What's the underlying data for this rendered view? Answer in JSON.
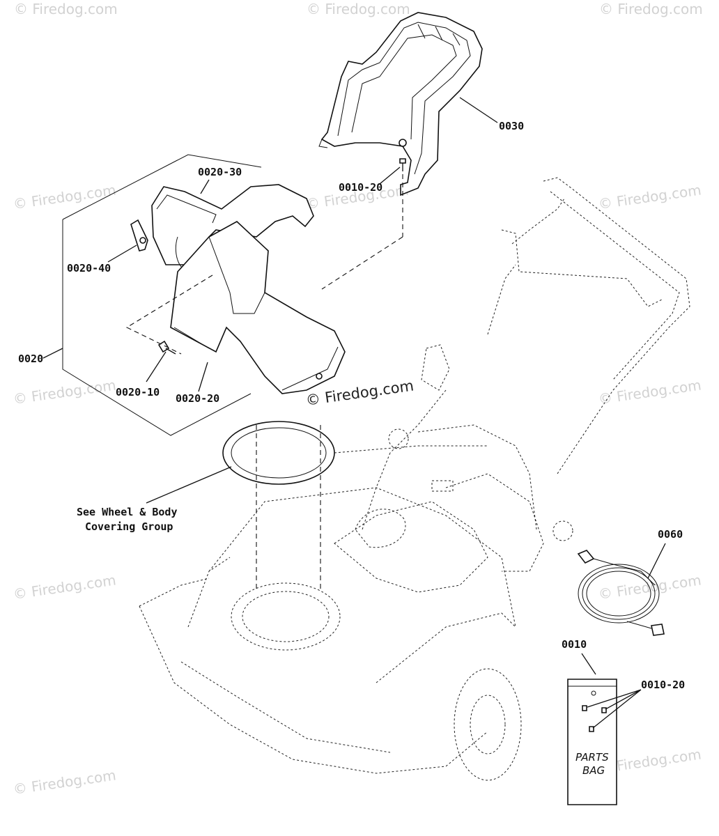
{
  "watermarks": {
    "repeat": "© Firedog.com",
    "center": "© Firedog.com"
  },
  "callouts": {
    "c0030": "0030",
    "c0010_20_top": "0010-20",
    "c0020_30": "0020-30",
    "c0020_40": "0020-40",
    "c0020": "0020",
    "c0020_10": "0020-10",
    "c0020_20": "0020-20",
    "c0060": "0060",
    "c0010": "0010",
    "c0010_20_bag": "0010-20"
  },
  "note": {
    "line1": "See Wheel & Body",
    "line2": "Covering Group"
  },
  "parts_bag": {
    "line1": "PARTS",
    "line2": "BAG"
  }
}
